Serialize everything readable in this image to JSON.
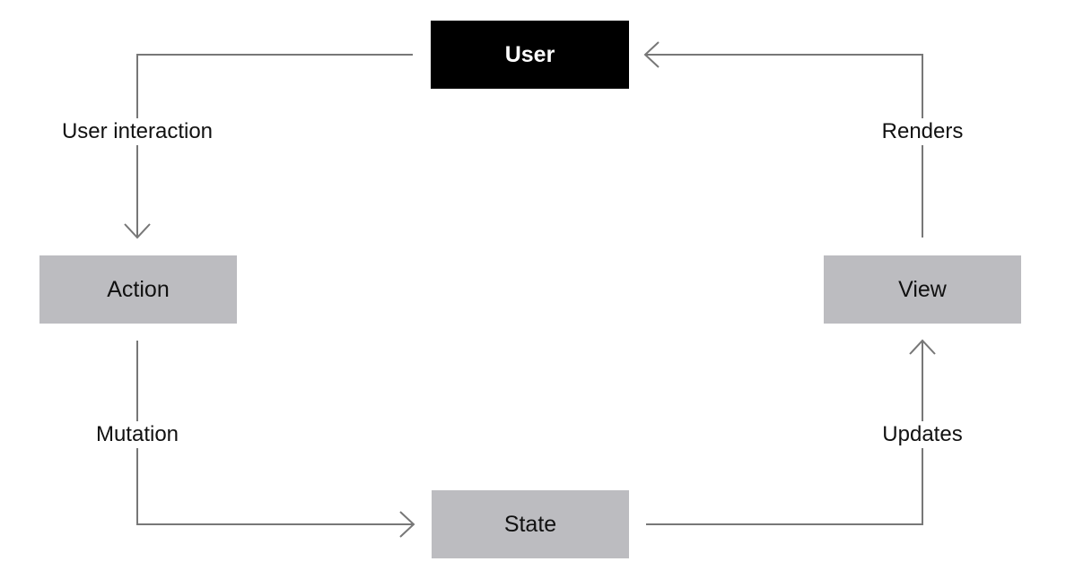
{
  "nodes": {
    "user": "User",
    "action": "Action",
    "state": "State",
    "view": "View"
  },
  "edges": {
    "user_to_action": "User interaction",
    "action_to_state": "Mutation",
    "state_to_view": "Updates",
    "view_to_user": "Renders"
  },
  "colors": {
    "primary_node": "#000000",
    "secondary_node": "#bcbcc0",
    "connector": "#777777"
  }
}
